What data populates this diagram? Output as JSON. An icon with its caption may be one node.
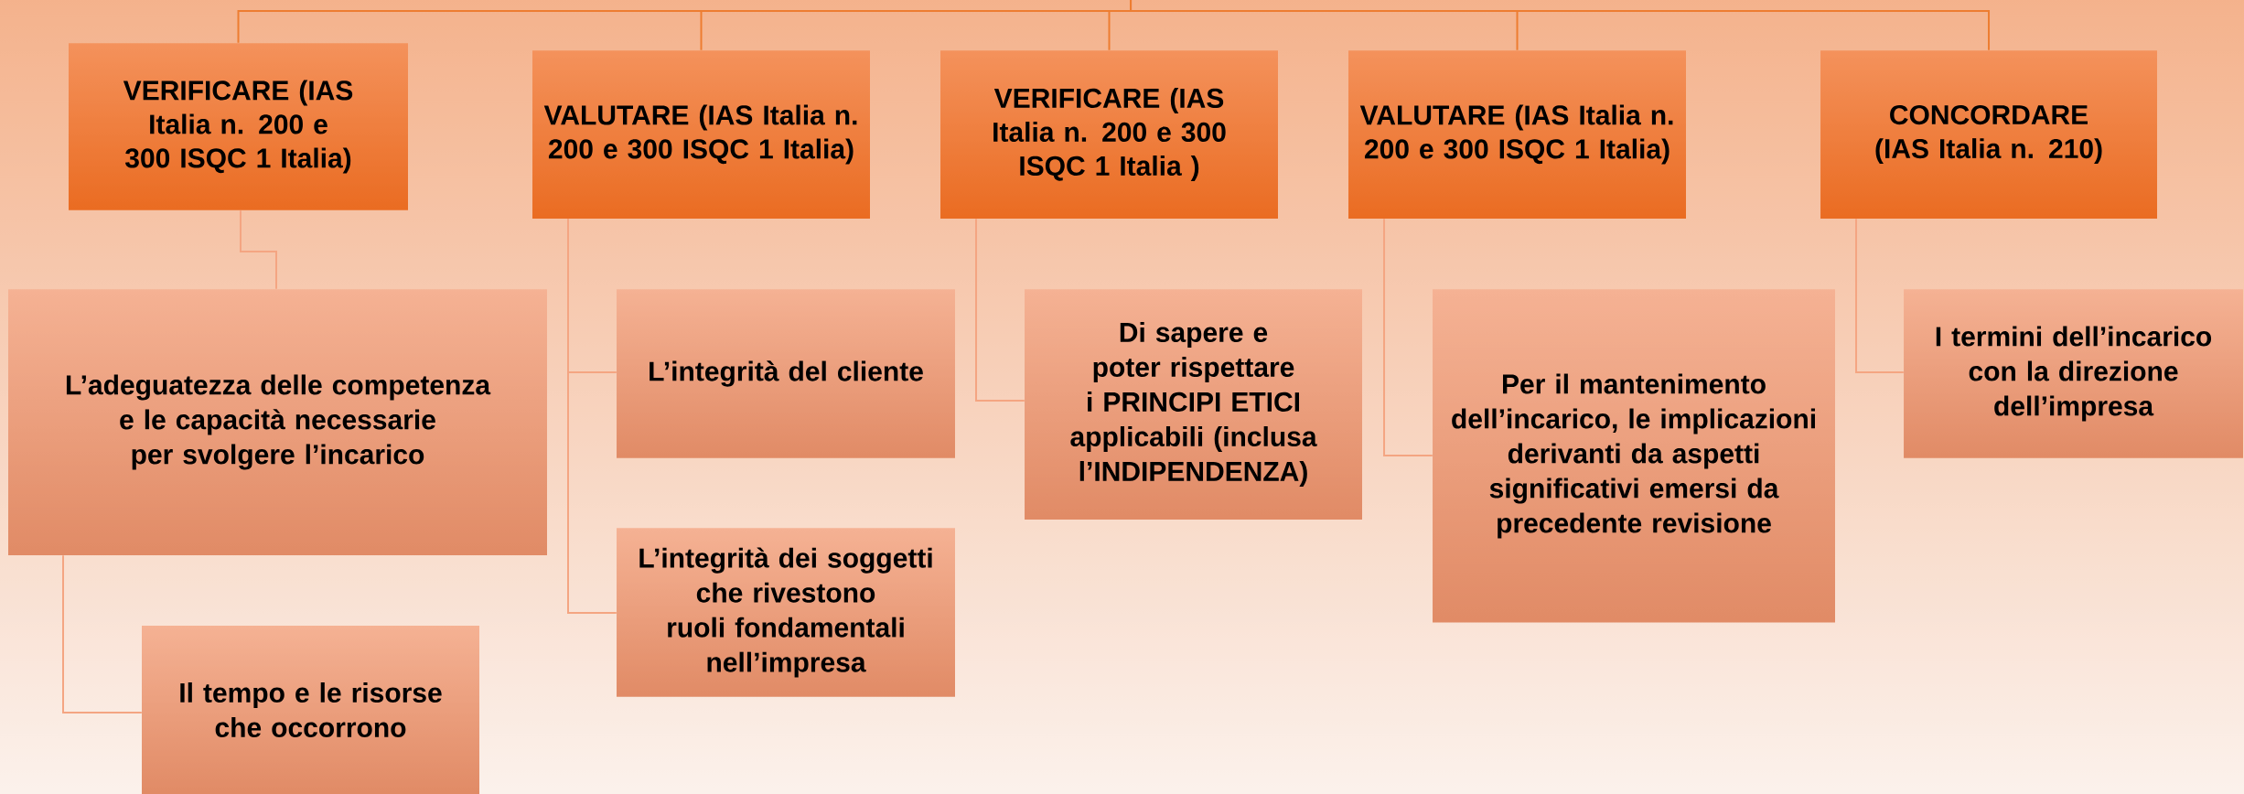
{
  "diagram": {
    "nodes": [
      {
        "text": [
          "VERIFICARE (IAS Italia n. 200 e 300 ISQC 1 Italia)"
        ]
      },
      {
        "text": [
          "L’adeguatezza delle competenza e le capacità necessarie per svolgere l’incarico"
        ]
      },
      {
        "text": [
          "Il tempo e le risorse che occorrono"
        ]
      },
      {
        "text": [
          "VALUTARE (IAS Italia n. 200 e 300 ISQC 1 Italia)"
        ]
      },
      {
        "text": [
          "L’integrità del cliente"
        ]
      },
      {
        "text": [
          "L’integrità dei soggetti che rivestono ruoli fondamentali nell’impresa"
        ]
      },
      {
        "text": [
          "VERIFICARE (IAS Italia n. 200 e 300 ISQC 1 Italia )"
        ]
      },
      {
        "text": [
          "Di sapere e poter rispettare i PRINCIPI ETICI applicabili (inclusa l’INDIPENDENZA)"
        ]
      },
      {
        "text": [
          "VALUTARE (IAS Italia n. 200 e 300 ISQC 1 Italia)"
        ]
      },
      {
        "text": [
          "Per il mantenimento dell’incarico, le implicazioni derivanti da aspetti significativi emersi da precedente revisione"
        ]
      },
      {
        "text": [
          "CONCORDARE (IAS Italia n. 210)"
        ]
      },
      {
        "text": [
          "I termini dell’incarico con la direzione dell’impresa"
        ]
      }
    ],
    "edges": [
      {
        "from": null,
        "to": 0,
        "arrow": "none"
      },
      {
        "from": null,
        "to": 3,
        "arrow": "none"
      },
      {
        "from": null,
        "to": 6,
        "arrow": "none"
      },
      {
        "from": null,
        "to": 8,
        "arrow": "none"
      },
      {
        "from": null,
        "to": 10,
        "arrow": "none"
      },
      {
        "from": 0,
        "to": 1,
        "arrow": "none"
      },
      {
        "from": 1,
        "to": 2,
        "arrow": "none"
      },
      {
        "from": 3,
        "to": 4,
        "arrow": "none"
      },
      {
        "from": 3,
        "to": 5,
        "arrow": "none"
      },
      {
        "from": 6,
        "to": 7,
        "arrow": "none"
      },
      {
        "from": 8,
        "to": 9,
        "arrow": "none"
      },
      {
        "from": 10,
        "to": 11,
        "arrow": "none"
      }
    ]
  }
}
